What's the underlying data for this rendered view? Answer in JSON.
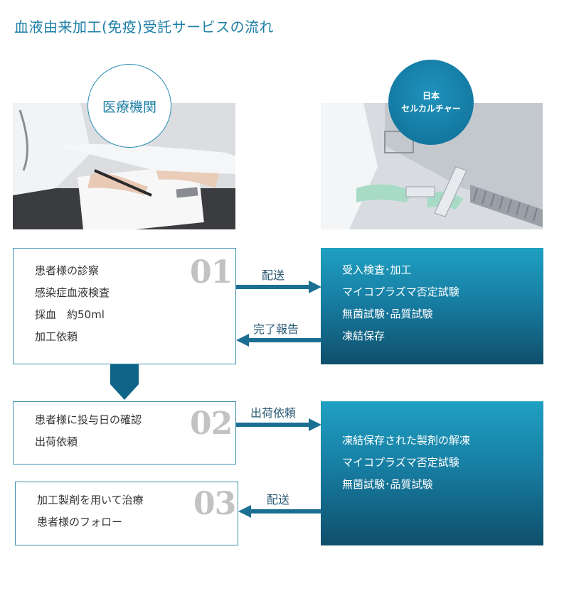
{
  "page": {
    "title": "血液由来加工(免疫)受託サービスの流れ"
  },
  "parties": {
    "hospital": {
      "label": "医療機関"
    },
    "lab": {
      "label_line1": "日本",
      "label_line2": "セルカルチャー"
    }
  },
  "steps": [
    {
      "number": "01",
      "hospital_lines": [
        "患者様の診察",
        "感染症血液検査",
        "採血　約50ml",
        "加工依頼"
      ],
      "lab_lines": [
        "受入検査･加工",
        "マイコプラズマ否定試験",
        "無菌試験･品質試験",
        "凍結保存"
      ],
      "arrow_to_lab": "配送",
      "arrow_to_hospital": "完了報告"
    },
    {
      "number": "02",
      "hospital_lines": [
        "患者様に投与日の確認",
        "出荷依頼"
      ],
      "lab_lines": [
        "凍結保存された製剤の解凍",
        "マイコプラズマ否定試験",
        "無菌試験･品質試験"
      ],
      "arrow_to_lab": "出荷依頼"
    },
    {
      "number": "03",
      "hospital_lines": [
        "加工製剤を用いて治療",
        "患者様のフォロー"
      ],
      "arrow_to_hospital": "配送"
    }
  ],
  "colors": {
    "accent": "#1e7fa6",
    "arrow": "#1a6f92",
    "lab_box_top": "#1fa0c2",
    "lab_box_bottom": "#0f4f6b",
    "step_number": "#c2c2c2"
  }
}
